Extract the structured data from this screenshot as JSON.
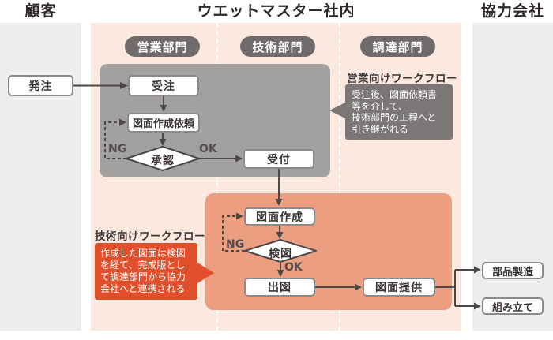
{
  "lanes": {
    "customer": {
      "title": "顧客"
    },
    "company": {
      "title": "ウエットマスター社内"
    },
    "partner": {
      "title": "協力会社"
    }
  },
  "departments": {
    "sales": "営業部門",
    "engineering": "技術部門",
    "procurement": "調達部門"
  },
  "nodes": {
    "order": "発注",
    "receive_order": "受注",
    "drawing_request": "図面作成依頼",
    "approval": "承認",
    "reception": "受付",
    "drawing_create": "図面作成",
    "drawing_check": "検図",
    "drawing_release": "出図",
    "drawing_provide": "図面提供",
    "parts_manufacturing": "部品製造",
    "assembly": "組み立て"
  },
  "branch_labels": {
    "sales_ng": "NG",
    "sales_ok": "OK",
    "eng_ng": "NG",
    "eng_ok": "OK"
  },
  "callouts": {
    "sales": {
      "title": "営業向けワークフロー",
      "body": "受注後、図面依頼書\n等を介して、\n技術部門の工程へと\n引き継がれる"
    },
    "engineering": {
      "title": "技術向けワークフロー",
      "body": "作成した図面は検図\nを経て、完成版とし\nて調達部門から協力\n会社へと連携される"
    }
  },
  "colors": {
    "lane_gray": "#EEEDED",
    "lane_peach": "#FBE9DF",
    "department_pill": "#6F6B6B",
    "sales_container": "#A3A0A0",
    "engineering_container": "#EB9E80",
    "callout_dark": "#7B7777",
    "callout_red": "#E1502D",
    "line_color": "#4D4848",
    "node_border": "#8D8989"
  }
}
